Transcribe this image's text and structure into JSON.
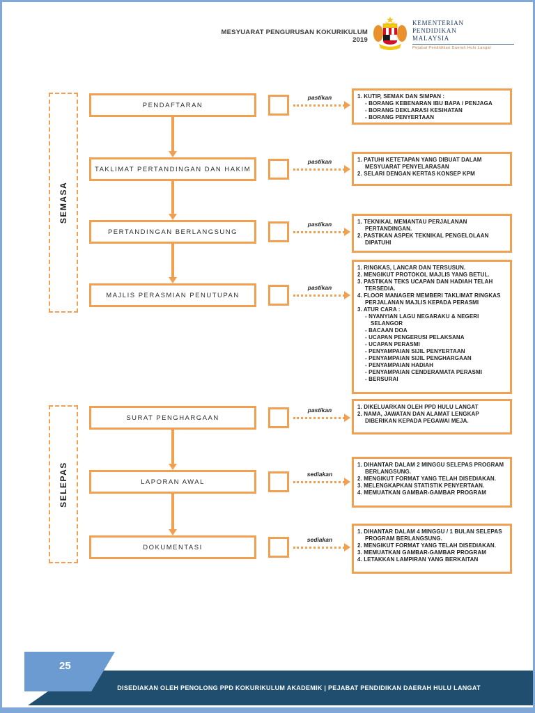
{
  "header": {
    "title": "MESYUARAT PENGURUSAN KOKURIKULUM 2019",
    "ministry_line1": "KEMENTERIAN",
    "ministry_line2": "PENDIDIKAN",
    "ministry_line3": "MALAYSIA",
    "ministry_subtitle": "Pejabat Pendidikan Daerah Hulu Langat"
  },
  "sections": [
    {
      "label": "SEMASA"
    },
    {
      "label": "SELEPAS"
    }
  ],
  "rows": [
    {
      "label": "PENDAFTARAN",
      "verb": "pastikan",
      "notes": [
        "1. KUTIP, SEMAK DAN SIMPAN :",
        "- BORANG KEBENARAN IBU BAPA / PENJAGA",
        "- BORANG DEKLARASI KESIHATAN",
        "- BORANG PENYERTAAN"
      ]
    },
    {
      "label": "TAKLIMAT PERTANDINGAN DAN HAKIM",
      "verb": "pastikan",
      "notes": [
        "1. PATUHI KETETAPAN YANG DIBUAT DALAM MESYUARAT PENYELARASAN",
        "2. SELARI DENGAN KERTAS KONSEP KPM"
      ]
    },
    {
      "label": "PERTANDINGAN BERLANGSUNG",
      "verb": "pastikan",
      "notes": [
        "1. TEKNIKAL MEMANTAU PERJALANAN PERTANDINGAN.",
        "2. PASTIKAN ASPEK TEKNIKAL PENGELOLAAN DIPATUHI"
      ]
    },
    {
      "label": "MAJLIS PERASMIAN PENUTUPAN",
      "verb": "pastikan",
      "notes": [
        "1. RINGKAS, LANCAR DAN TERSUSUN.",
        "2. MENGIKUT PROTOKOL MAJLIS YANG BETUL.",
        "3. PASTIKAN TEKS UCAPAN DAN HADIAH TELAH TERSEDIA.",
        "4. FLOOR MANAGER MEMBERI TAKLIMAT RINGKAS PERJALANAN MAJLIS KEPADA PERASMI",
        "3. ATUR CARA :",
        "- NYANYIAN LAGU NEGARAKU & NEGERI SELANGOR",
        "- BACAAN DOA",
        "- UCAPAN PENGERUSI PELAKSANA",
        "- UCAPAN PERASMI",
        "- PENYAMPAIAN SIJIL PENYERTAAN",
        "- PENYAMPAIAN SIJIL PENGHARGAAN",
        "- PENYAMPAIAN HADIAH",
        "- PENYAMPAIAN CENDERAMATA PERASMI",
        "- BERSURAI"
      ]
    },
    {
      "label": "SURAT PENGHARGAAN",
      "verb": "pastikan",
      "notes": [
        "1. DIKELUARKAN OLEH PPD HULU LANGAT",
        "2. NAMA, JAWATAN DAN ALAMAT LENGKAP DIBERIKAN KEPADA PEGAWAI MEJA."
      ]
    },
    {
      "label": "LAPORAN AWAL",
      "verb": "sediakan",
      "notes": [
        "1. DIHANTAR DALAM 2 MINGGU SELEPAS PROGRAM BERLANGSUNG.",
        "2. MENGIKUT FORMAT YANG TELAH DISEDIAKAN.",
        "3. MELENGKAPKAN STATISTIK PENYERTAAN.",
        "4. MEMUATKAN GAMBAR-GAMBAR PROGRAM"
      ]
    },
    {
      "label": "DOKUMENTASI",
      "verb": "sediakan",
      "notes": [
        "1. DIHANTAR DALAM 4 MINGGU / 1 BULAN SELEPAS PROGRAM BERLANGSUNG.",
        "2. MENGIKUT FORMAT YANG TELAH DISEDIAKAN.",
        "3. MEMUATKAN GAMBAR-GAMBAR PROGRAM",
        "4. LETAKKAN LAMPIRAN YANG BERKAITAN"
      ]
    }
  ],
  "footer": {
    "page_number": "25",
    "credit": "DISEDIAKAN OLEH PENOLONG PPD KOKURIKULUM AKADEMIK | PEJABAT PENDIDIKAN DAERAH HULU LANGAT"
  },
  "colors": {
    "orange": "#F0A050",
    "navy": "#1F4E6E",
    "light_blue": "#6C9BD2",
    "frame_blue": "#7FA8D9"
  }
}
